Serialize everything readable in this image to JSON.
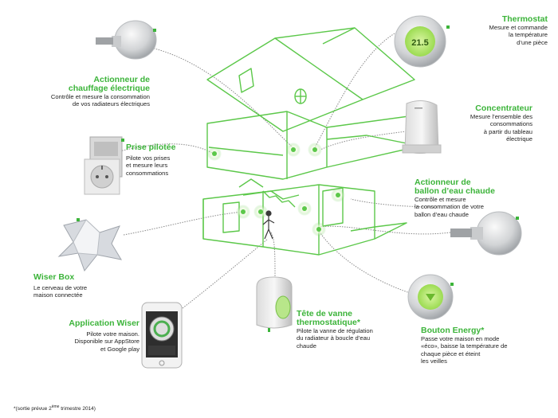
{
  "colors": {
    "accent": "#3cb43a",
    "house_line": "#5cc84a",
    "connector": "#7a7a7a"
  },
  "devices": {
    "thermostat": {
      "title": "Thermostat",
      "desc": [
        "Mesure et commande",
        "la température",
        "d’une pièce"
      ],
      "screen": "21.5"
    },
    "actionneur_chauffage": {
      "title": [
        "Actionneur de",
        "chauffage électrique"
      ],
      "desc": [
        "Contrôle et mesure la consommation",
        "de vos radiateurs électriques"
      ]
    },
    "concentrateur": {
      "title": "Concentrateur",
      "desc": [
        "Mesure l’ensemble des",
        "consommations",
        "à partir du tableau",
        "électrique"
      ]
    },
    "prise": {
      "title": "Prise pilotée",
      "desc": [
        "Pilote vos prises",
        "et mesure leurs",
        "consommations"
      ]
    },
    "ballon": {
      "title": [
        "Actionneur de",
        "ballon d’eau chaude"
      ],
      "desc": [
        "Contrôle et mesure",
        "la consommation de votre",
        "ballon d’eau chaude"
      ]
    },
    "wiserbox": {
      "title": "Wiser Box",
      "desc": [
        "Le cerveau de votre",
        "maison connectée"
      ]
    },
    "application": {
      "title": "Application Wiser",
      "desc": [
        "Pilote votre maison.",
        "Disponible sur AppStore",
        "et Google play"
      ]
    },
    "tete_vanne": {
      "title": [
        "Tête de vanne",
        "thermostatique*"
      ],
      "desc": [
        "Pilote la vanne de régulation",
        "du radiateur à boucle d’eau",
        "chaude"
      ]
    },
    "bouton": {
      "title": "Bouton Energy*",
      "desc": [
        "Passe votre maison en mode",
        "«éco», baisse la température de",
        "chaque pièce et éteint",
        "les veilles"
      ]
    }
  },
  "footnote": {
    "prefix": "*(sortie prévue 2",
    "sup": "ème",
    "suffix": " trimestre 2014)"
  }
}
